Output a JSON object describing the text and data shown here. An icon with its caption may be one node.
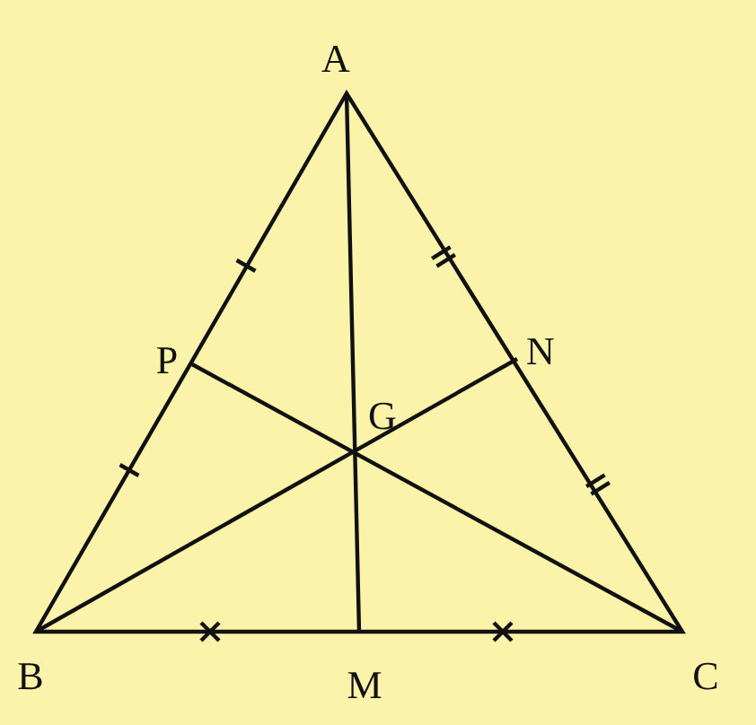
{
  "diagram": {
    "labels": [
      "A",
      "P",
      "G",
      "N",
      "B",
      "M",
      "C"
    ]
  }
}
